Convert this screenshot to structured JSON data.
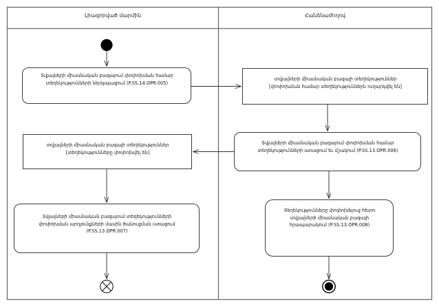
{
  "diagram": {
    "type": "uml-activity-diagram",
    "title": "",
    "frame": {
      "stroke": "#555555",
      "fill": "#ffffff"
    },
    "lanes": [
      {
        "id": "lane-left",
        "title": "Լիազորված մարմին"
      },
      {
        "id": "lane-right",
        "title": "Հանձնաժողով"
      }
    ],
    "nodes": [
      {
        "id": "start-node",
        "kind": "initial-node",
        "lane": "lane-left",
        "label": ""
      },
      {
        "id": "activity-opr-005",
        "kind": "activity",
        "lane": "lane-left",
        "lines": [
          "Տվյալների միասնական բազայում փոփոխման համար",
          "տեղեկությունների ներկայացում (P.SS.14.OPR.005)"
        ]
      },
      {
        "id": "object-sent",
        "kind": "object-node",
        "lane": "lane-right",
        "lines": [
          "տվյալների միասնական բազայի տեղեկություններ",
          "[փոփոխման համար տեղեկություններն ուղարկվել են]"
        ]
      },
      {
        "id": "activity-opr-006",
        "kind": "activity",
        "lane": "lane-right",
        "lines": [
          "Տվյալների միասնական բազայում փոփոխման համար",
          "տեղեկությունների ստացում եւ մշակում (P.SS.13.OPR.006)"
        ]
      },
      {
        "id": "object-changed",
        "kind": "object-node",
        "lane": "lane-left",
        "lines": [
          "տվյալների միասնական բազայի տեղեկություններ",
          "[տեղեկությունները փոփոխվել են]"
        ]
      },
      {
        "id": "activity-opr-007",
        "kind": "activity",
        "lane": "lane-left",
        "lines": [
          "Տվյալների միասնական բազայում տեղեկությունների",
          "փոփոխման արդյունքների մասին ծանուցման ստացում",
          "(P.SS.13.OPR.007)"
        ]
      },
      {
        "id": "activity-opr-008",
        "kind": "activity",
        "lane": "lane-right",
        "lines": [
          "Տեղեկությունները փոփոխելուց հետո",
          "տվյալների միասնական բազայի",
          "հրապարակում (P.SS.13.OPR.008)"
        ]
      },
      {
        "id": "flow-final-node",
        "kind": "flow-final-node",
        "lane": "lane-left",
        "label": ""
      },
      {
        "id": "activity-final-node",
        "kind": "activity-final-node",
        "lane": "lane-right",
        "label": ""
      }
    ],
    "edges": [
      {
        "from": "start-node",
        "to": "activity-opr-005",
        "label": ""
      },
      {
        "from": "activity-opr-005",
        "to": "object-sent",
        "label": ""
      },
      {
        "from": "object-sent",
        "to": "activity-opr-006",
        "label": ""
      },
      {
        "from": "activity-opr-006",
        "to": "object-changed",
        "label": ""
      },
      {
        "from": "activity-opr-006",
        "to": "activity-opr-008",
        "label": ""
      },
      {
        "from": "object-changed",
        "to": "activity-opr-007",
        "label": ""
      },
      {
        "from": "activity-opr-007",
        "to": "flow-final-node",
        "label": ""
      },
      {
        "from": "activity-opr-008",
        "to": "activity-final-node",
        "label": ""
      }
    ]
  }
}
